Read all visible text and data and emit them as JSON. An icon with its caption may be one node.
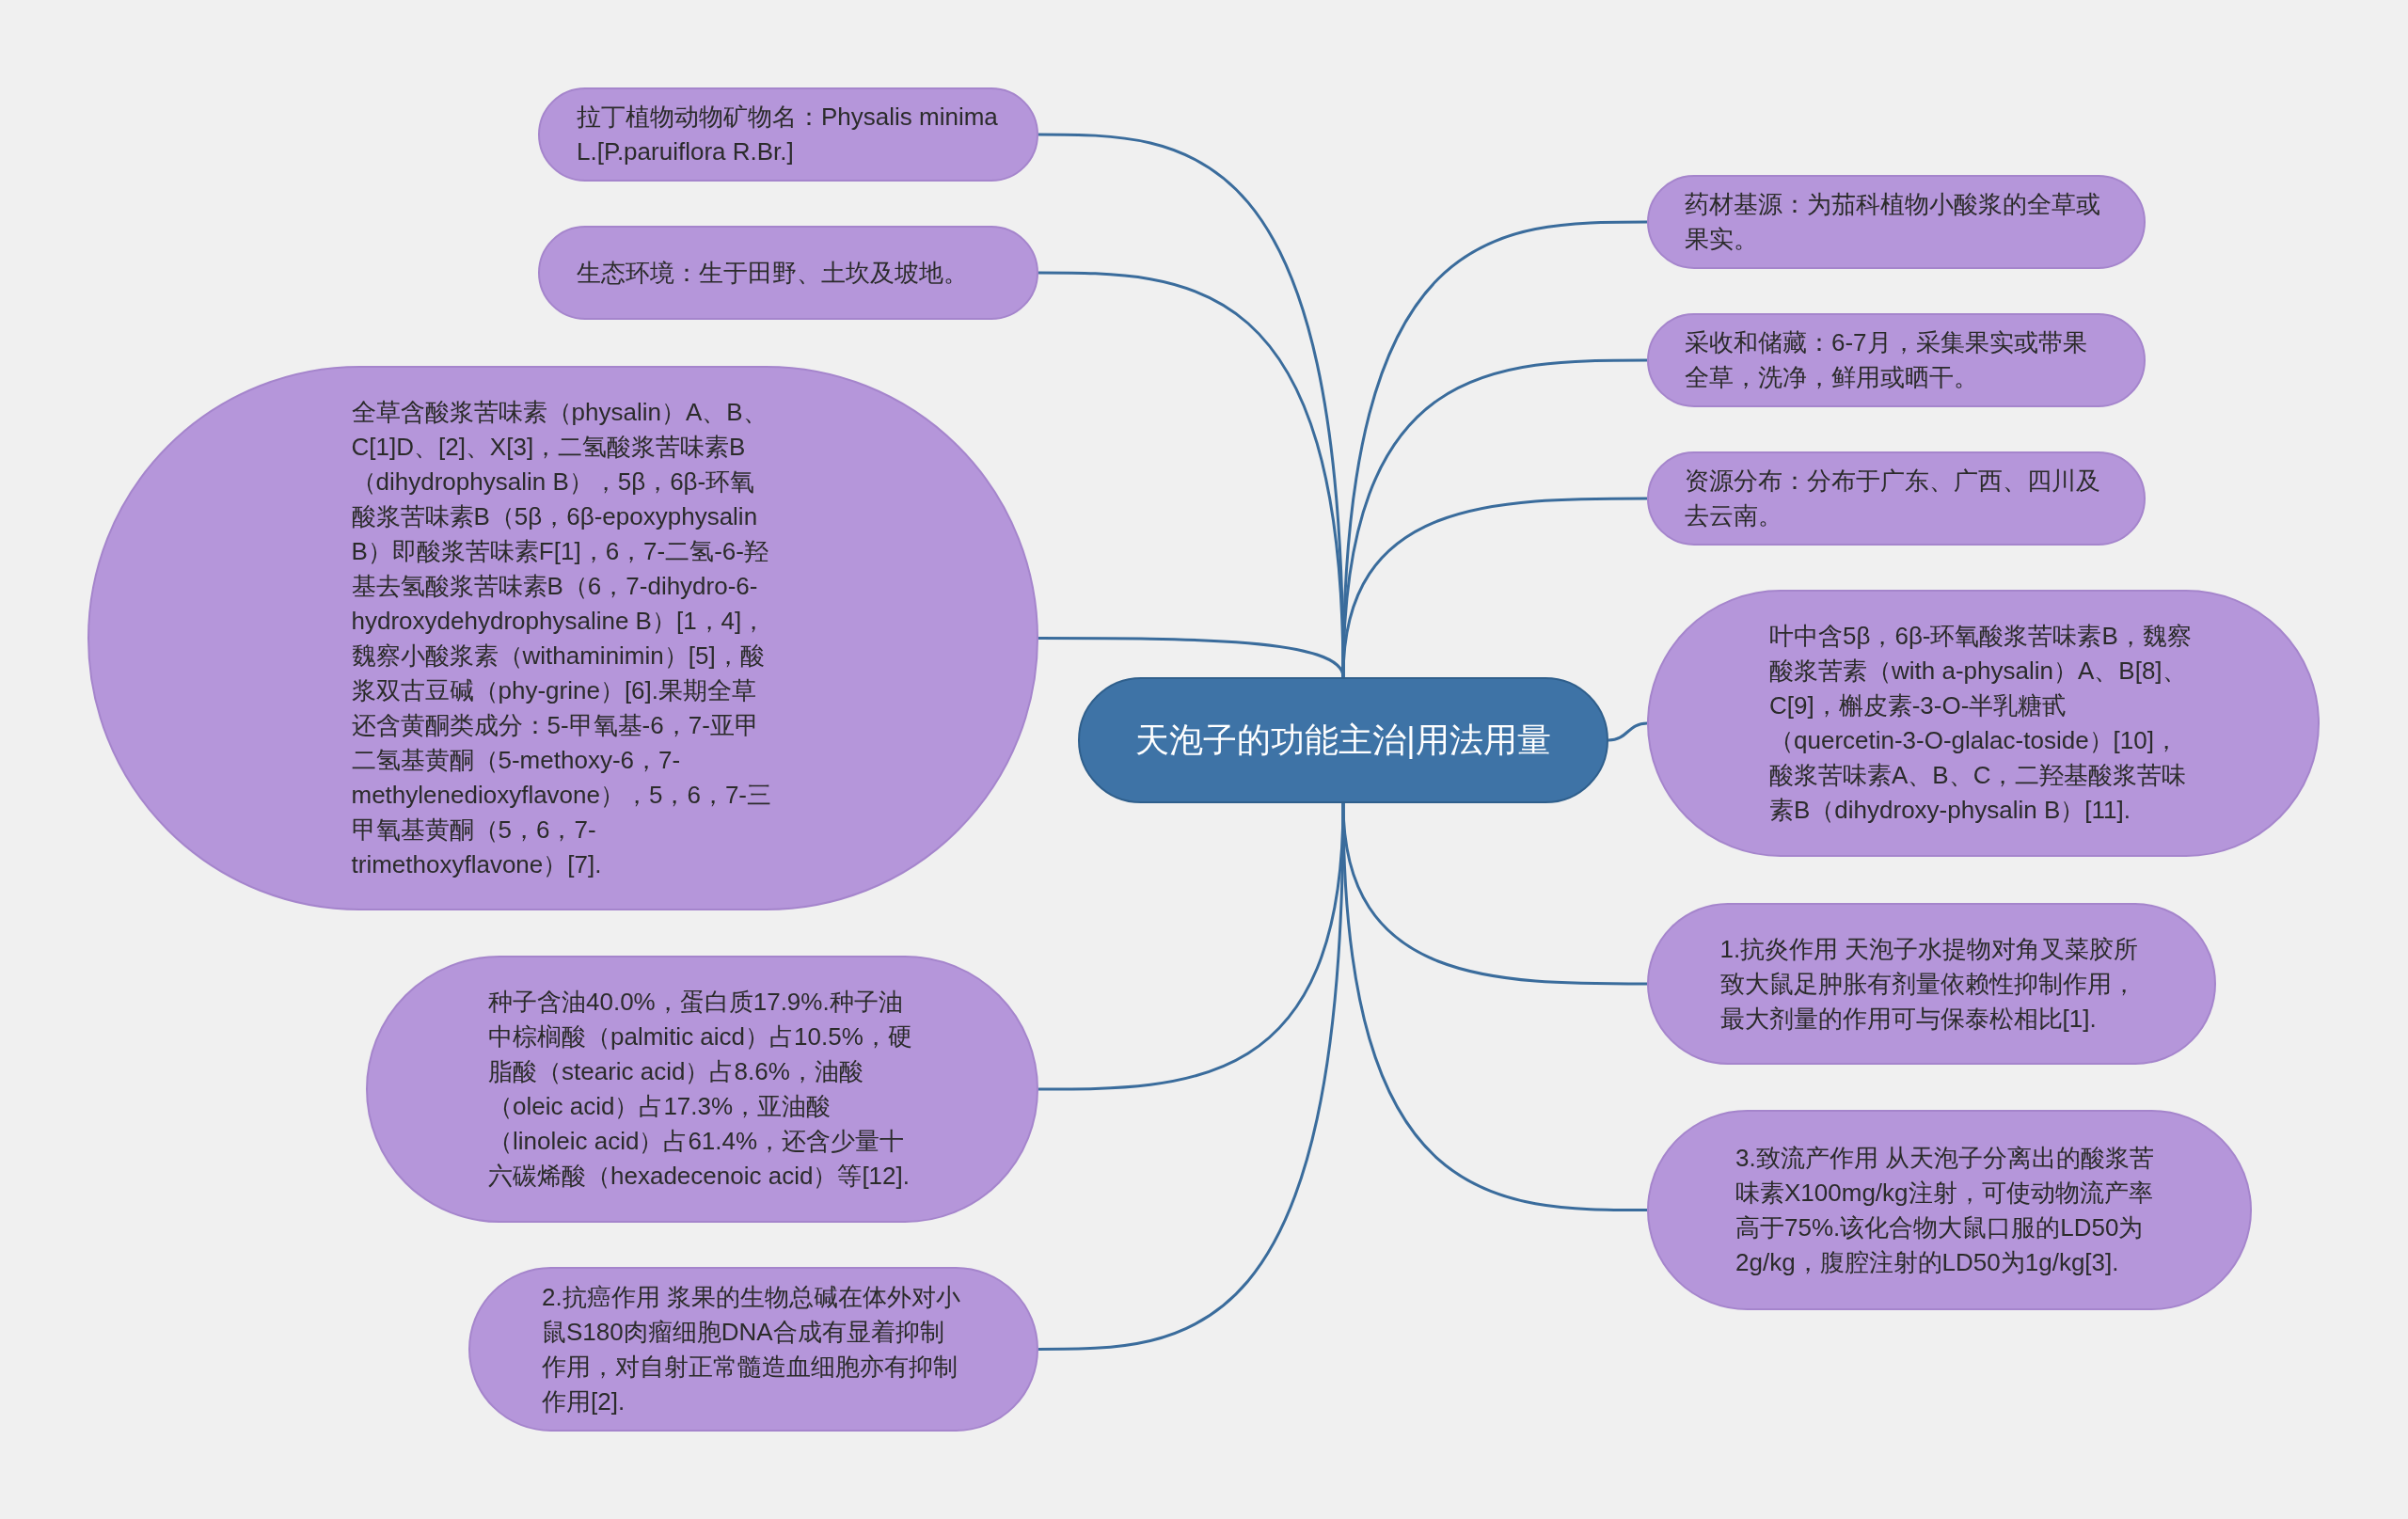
{
  "diagram": {
    "nodes": [
      {
        "text": [
          "天泡子的功能主治|用法用量"
        ]
      },
      {
        "text": [
          "拉丁植物动物矿物名：Physalis minima L.[P.paruiflora R.Br.]"
        ]
      },
      {
        "text": [
          "生态环境：生于田野、土坎及坡地。"
        ]
      },
      {
        "text": [
          "全草含酸浆苦味素（physalin）A、B、C[1]D、[2]、X[3]，二氢酸浆苦味素B（dihydrophysalin B），5β，6β-环氧酸浆苦味素B（5β，6β-epoxyphysalin B）即酸浆苦味素F[1]，6，7-二氢-6-羟基去氢酸浆苦味素B（6，7-dihydro-6-hydroxydehydrophysaline B）[1，4]，魏察小酸浆素（withaminimin）[5]，酸浆双古豆碱（phy-grine）[6].果期全草还含黄酮类成分：5-甲氧基-6，7-亚甲二氢基黄酮（5-methoxy-6，7-methylenedioxyflavone），5，6，7-三甲氧基黄酮（5，6，7-trimethoxyflavone）[7]."
        ]
      },
      {
        "text": [
          "种子含油40.0%，蛋白质17.9%.种子油中棕榈酸（palmitic aicd）占10.5%，硬脂酸（stearic acid）占8.6%，油酸（oleic acid）占17.3%，亚油酸（linoleic acid）占61.4%，还含少量十六碳烯酸（hexadecenoic acid）等[12]."
        ]
      },
      {
        "text": [
          "2.抗癌作用 浆果的生物总碱在体外对小鼠S180肉瘤细胞DNA合成有显着抑制作用，对自射正常髓造血细胞亦有抑制作用[2]."
        ]
      },
      {
        "text": [
          "药材基源：为茄科植物小酸浆的全草或果实。"
        ]
      },
      {
        "text": [
          "采收和储藏：6-7月，采集果实或带果全草，洗净，鲜用或晒干。"
        ]
      },
      {
        "text": [
          "资源分布：分布于广东、广西、四川及去云南。"
        ]
      },
      {
        "text": [
          "叶中含5β，6β-环氧酸浆苦味素B，魏察酸浆苦素（with a-physalin）A、B[8]、C[9]，槲皮素-3-O-半乳糖甙（quercetin-3-O-glalac-toside）[10]，酸浆苦味素A、B、C，二羟基酸浆苦味素B（dihydroxy-physalin B）[11]."
        ]
      },
      {
        "text": [
          "1.抗炎作用 天泡子水提物对角叉菜胶所致大鼠足肿胀有剂量依赖性抑制作用，最大剂量的作用可与保泰松相比[1]."
        ]
      },
      {
        "text": [
          "3.致流产作用 从天泡子分离出的酸浆苦味素X100mg/kg注射，可使动物流产率高于75%.该化合物大鼠口服的LD50为2g/kg，腹腔注射的LD50为1g/kg[3]."
        ]
      }
    ],
    "edges": [
      {
        "from": 0,
        "to": 1,
        "arrow": "none"
      },
      {
        "from": 0,
        "to": 2,
        "arrow": "none"
      },
      {
        "from": 0,
        "to": 3,
        "arrow": "none"
      },
      {
        "from": 0,
        "to": 4,
        "arrow": "none"
      },
      {
        "from": 0,
        "to": 5,
        "arrow": "none"
      },
      {
        "from": 0,
        "to": 6,
        "arrow": "none"
      },
      {
        "from": 0,
        "to": 7,
        "arrow": "none"
      },
      {
        "from": 0,
        "to": 8,
        "arrow": "none"
      },
      {
        "from": 0,
        "to": 9,
        "arrow": "none"
      },
      {
        "from": 0,
        "to": 10,
        "arrow": "none"
      },
      {
        "from": 0,
        "to": 11,
        "arrow": "none"
      }
    ]
  }
}
